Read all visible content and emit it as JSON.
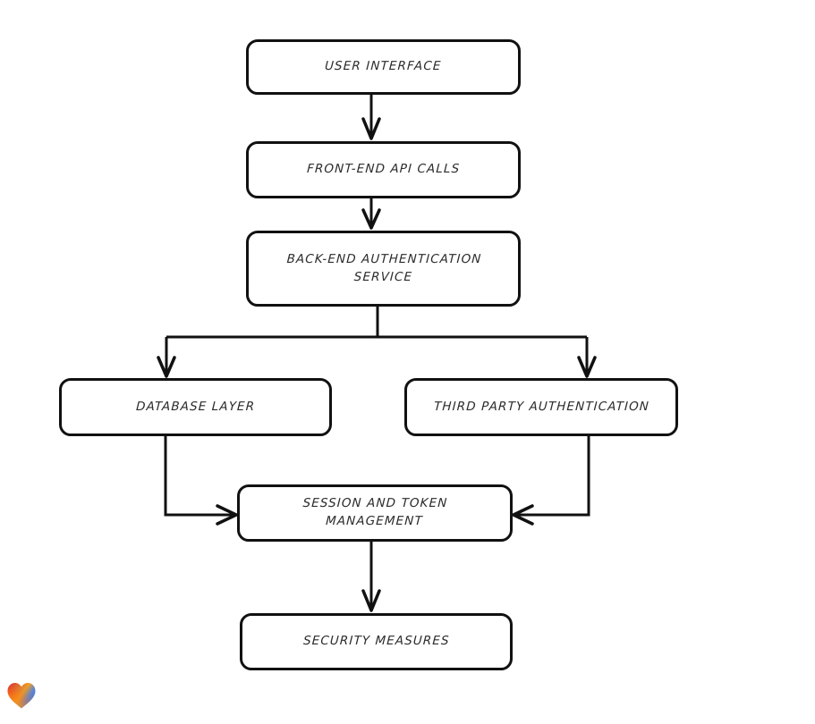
{
  "diagram": {
    "type": "flowchart",
    "orientation": "top-down",
    "style": "hand-drawn",
    "background_color": "#ffffff",
    "stroke_color": "#111111",
    "text_color": "#2b2b2b",
    "nodes": [
      {
        "id": "user-interface",
        "label": "User Interface"
      },
      {
        "id": "front-end-api-calls",
        "label": "Front-End API Calls"
      },
      {
        "id": "back-end-auth-service",
        "label": "Back-End Authentication\nService"
      },
      {
        "id": "database-layer",
        "label": "Database Layer"
      },
      {
        "id": "third-party-auth",
        "label": "Third Party Authentication"
      },
      {
        "id": "session-token-mgmt",
        "label": "Session and Token\nManagement"
      },
      {
        "id": "security-measures",
        "label": "Security Measures"
      }
    ],
    "edges": [
      {
        "from": "user-interface",
        "to": "front-end-api-calls",
        "direction": "down"
      },
      {
        "from": "front-end-api-calls",
        "to": "back-end-auth-service",
        "direction": "down"
      },
      {
        "from": "back-end-auth-service",
        "to": "database-layer",
        "direction": "down-left-branch"
      },
      {
        "from": "back-end-auth-service",
        "to": "third-party-auth",
        "direction": "down-right-branch"
      },
      {
        "from": "database-layer",
        "to": "session-token-mgmt",
        "direction": "left-elbow-right"
      },
      {
        "from": "third-party-auth",
        "to": "session-token-mgmt",
        "direction": "right-elbow-left"
      },
      {
        "from": "session-token-mgmt",
        "to": "security-measures",
        "direction": "down"
      }
    ]
  },
  "watermark": {
    "icon": "heart-icon",
    "colors": [
      "#e8262b",
      "#f59b12",
      "#f7a01d",
      "#2f7de1",
      "#3aa0d8"
    ]
  }
}
